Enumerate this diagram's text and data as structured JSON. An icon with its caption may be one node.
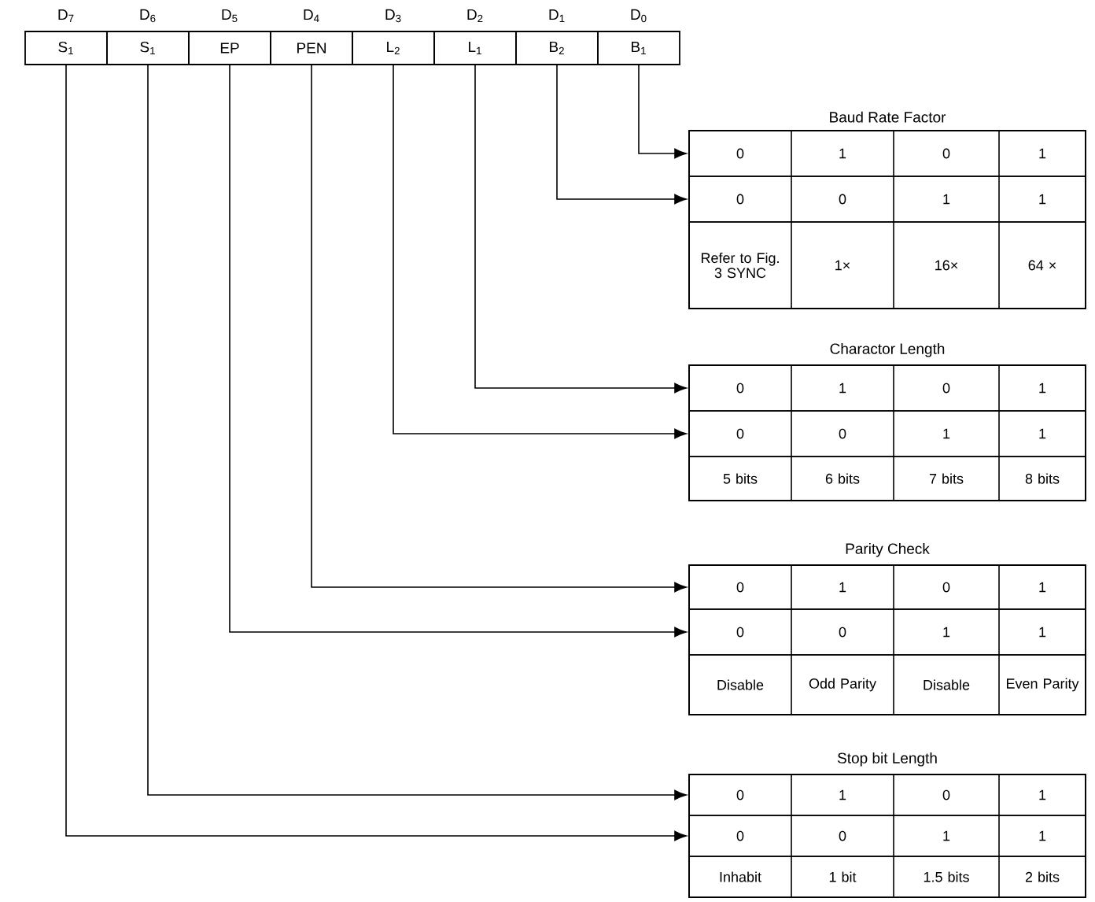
{
  "diagram": {
    "nodes": [
      {
        "text": [
          "S$_{1}$"
        ]
      },
      {
        "text": [
          "S$_{1}$"
        ]
      },
      {
        "text": [
          "EP"
        ]
      },
      {
        "text": [
          "PEN"
        ]
      },
      {
        "text": [
          "L$_{2}$"
        ]
      },
      {
        "text": [
          "L$_{1}$"
        ]
      },
      {
        "text": [
          "B$_{2}$"
        ]
      },
      {
        "text": [
          "B$_{1}$"
        ]
      },
      {
        "text": [
          "Baud Rate Factor"
        ]
      },
      {
        "text": [
          "0",
          "1",
          "0",
          "1"
        ],
        "in": 8
      },
      {
        "text": [
          "0",
          "0",
          "1",
          "1"
        ],
        "in": 8
      },
      {
        "text": [
          "Refer to Fig. 3 SYNC",
          "1×",
          "16×",
          "64 ×"
        ],
        "in": 8
      },
      {
        "text": [
          "Charactor Length"
        ]
      },
      {
        "text": [
          "0",
          "1",
          "0",
          "1"
        ],
        "in": 12
      },
      {
        "text": [
          "0",
          "0",
          "1",
          "1"
        ],
        "in": 12
      },
      {
        "text": [
          "5 bits",
          "6 bits",
          "7 bits",
          "8 bits"
        ],
        "in": 12
      },
      {
        "text": [
          "Parity Check"
        ]
      },
      {
        "text": [
          "0",
          "1",
          "0",
          "1"
        ],
        "in": 16
      },
      {
        "text": [
          "0",
          "0",
          "1",
          "1"
        ],
        "in": 16
      },
      {
        "text": [
          "Disable",
          "Odd Parity",
          "Disable",
          "Even Parity"
        ],
        "in": 16
      },
      {
        "text": [
          "Stop bit Length"
        ]
      },
      {
        "text": [
          "0",
          "1",
          "0",
          "1"
        ],
        "in": 20
      },
      {
        "text": [
          "0",
          "0",
          "1",
          "1"
        ],
        "in": 20
      },
      {
        "text": [
          "Inhabit",
          "1 bit",
          "1.5 bits",
          "2 bits"
        ],
        "in": 20
      }
    ],
    "edges": [
      {
        "from": 7,
        "to": 9,
        "arrow": "to"
      },
      {
        "from": 6,
        "to": 10,
        "arrow": "to"
      },
      {
        "from": 5,
        "to": 13,
        "arrow": "to"
      },
      {
        "from": 4,
        "to": 14,
        "arrow": "to"
      },
      {
        "from": 3,
        "to": 17,
        "arrow": "to"
      },
      {
        "from": 2,
        "to": 18,
        "arrow": "to"
      },
      {
        "from": 1,
        "to": 21,
        "arrow": "to"
      },
      {
        "from": 0,
        "to": 22,
        "arrow": "to"
      }
    ],
    "labels": [
      "D$_{7}$",
      "D$_{6}$",
      "D$_{5}$",
      "D$_{4}$",
      "D$_{3}$",
      "D$_{2}$",
      "D$_{1}$",
      "D$_{0}$"
    ]
  }
}
